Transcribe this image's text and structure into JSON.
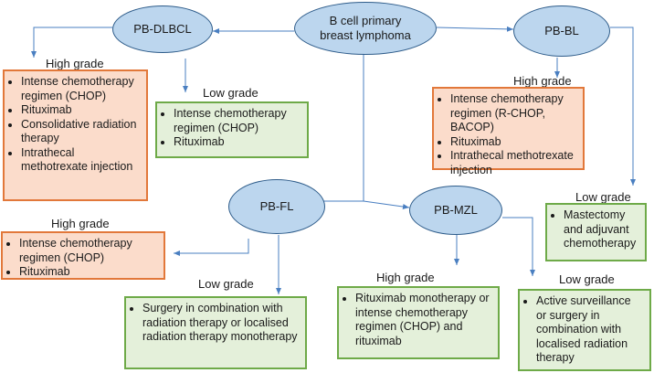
{
  "nodes": {
    "root": [
      "B cell primary",
      "breast lymphoma"
    ],
    "dlbcl": "PB-DLBCL",
    "bl": "PB-BL",
    "fl": "PB-FL",
    "mzl": "PB-MZL"
  },
  "grade_labels": {
    "dlbcl_high": "High grade",
    "dlbcl_low": "Low grade",
    "bl_high": "High grade",
    "bl_low": "Low grade",
    "fl_high": "High grade",
    "fl_low": "Low grade",
    "mzl_high": "High grade",
    "mzl_low": "Low grade"
  },
  "boxes": {
    "dlbcl_high": [
      "Intense chemotherapy regimen (CHOP)",
      "Rituximab",
      "Consolidative radiation therapy",
      "Intrathecal methotrexate injection"
    ],
    "dlbcl_low": [
      "Intense chemotherapy regimen (CHOP)",
      "Rituximab"
    ],
    "bl_high": [
      "Intense chemotherapy regimen (R-CHOP, BACOP)",
      "Rituximab",
      "Intrathecal methotrexate injection"
    ],
    "bl_low": [
      "Mastectomy and adjuvant chemotherapy"
    ],
    "fl_high": [
      "Intense chemotherapy regimen (CHOP)",
      "Rituximab"
    ],
    "fl_low": [
      "Surgery in combination with radiation therapy or localised radiation therapy monotherapy"
    ],
    "mzl_high": [
      "Rituximab monotherapy or intense chemotherapy regimen (CHOP) and rituximab"
    ],
    "mzl_low": [
      "Active surveillance or surgery in combination with localised radiation therapy"
    ]
  },
  "colors": {
    "line": "#4a7fc1",
    "high_fill": "#fbdccb",
    "high_border": "#e2783a",
    "low_fill": "#e4f0da",
    "low_border": "#6eaa48",
    "node_fill": "#bcd6ee"
  }
}
